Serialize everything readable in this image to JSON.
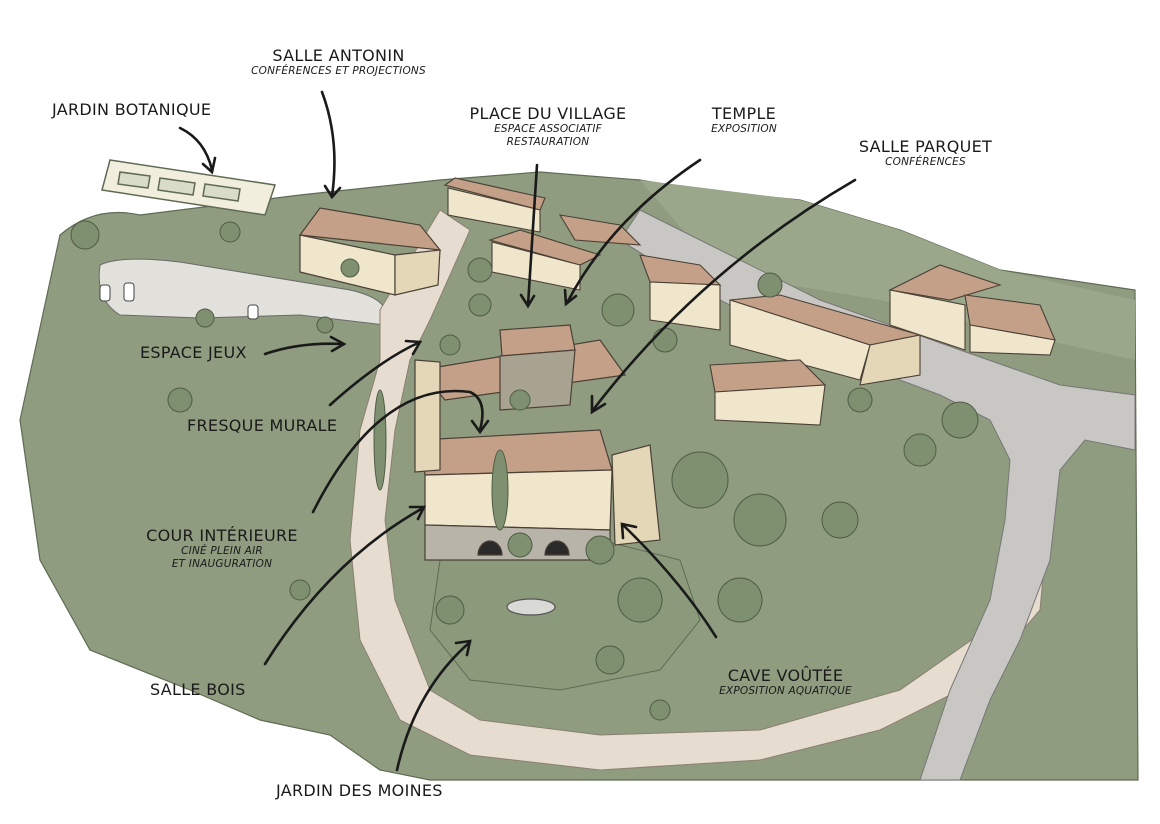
{
  "map": {
    "colors": {
      "background": "#ffffff",
      "grass": "#8f9c7f",
      "grass_dark": "#6f7e62",
      "path": "#e6ddd0",
      "road": "#c9c7c3",
      "wall": "#efe6cc",
      "roof": "#c4a088",
      "tree": "#7f9070",
      "ink": "#1a1a1a"
    }
  },
  "labels": {
    "jardin_botanique": {
      "title": "JARDIN BOTANIQUE"
    },
    "salle_antonin": {
      "title": "SALLE ANTONIN",
      "sub": "CONFÉRENCES ET PROJECTIONS"
    },
    "place_du_village": {
      "title": "PLACE DU VILLAGE",
      "sub1": "ESPACE ASSOCIATIF",
      "sub2": "RESTAURATION"
    },
    "temple": {
      "title": "TEMPLE",
      "sub": "EXPOSITION"
    },
    "salle_parquet": {
      "title": "SALLE PARQUET",
      "sub": "CONFÉRENCES"
    },
    "espace_jeux": {
      "title": "ESPACE JEUX"
    },
    "fresque_murale": {
      "title": "FRESQUE MURALE"
    },
    "cour_interieure": {
      "title": "COUR INTÉRIEURE",
      "sub1": "CINÉ PLEIN AIR",
      "sub2": "ET INAUGURATION"
    },
    "salle_bois": {
      "title": "SALLE BOIS"
    },
    "cave_voutee": {
      "title": "CAVE VOÛTÉE",
      "sub": "EXPOSITION AQUATIQUE"
    },
    "jardin_des_moines": {
      "title": "JARDIN DES MOINES"
    }
  }
}
